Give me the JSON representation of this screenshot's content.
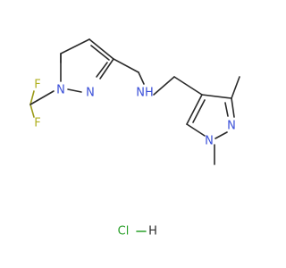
{
  "atoms": {
    "f_top": "F",
    "f_bottom": "F",
    "n1_left_ring": "N",
    "n2_left_ring": "N",
    "nh": "NH",
    "n2_right_ring": "N",
    "n1_right_ring": "N",
    "cl": "Cl",
    "h": "H"
  },
  "colors": {
    "bond": "#2a2a2a",
    "nitrogen": "#3a4fd8",
    "fluorine": "#b0b020",
    "chlorine": "#2aa02a"
  }
}
